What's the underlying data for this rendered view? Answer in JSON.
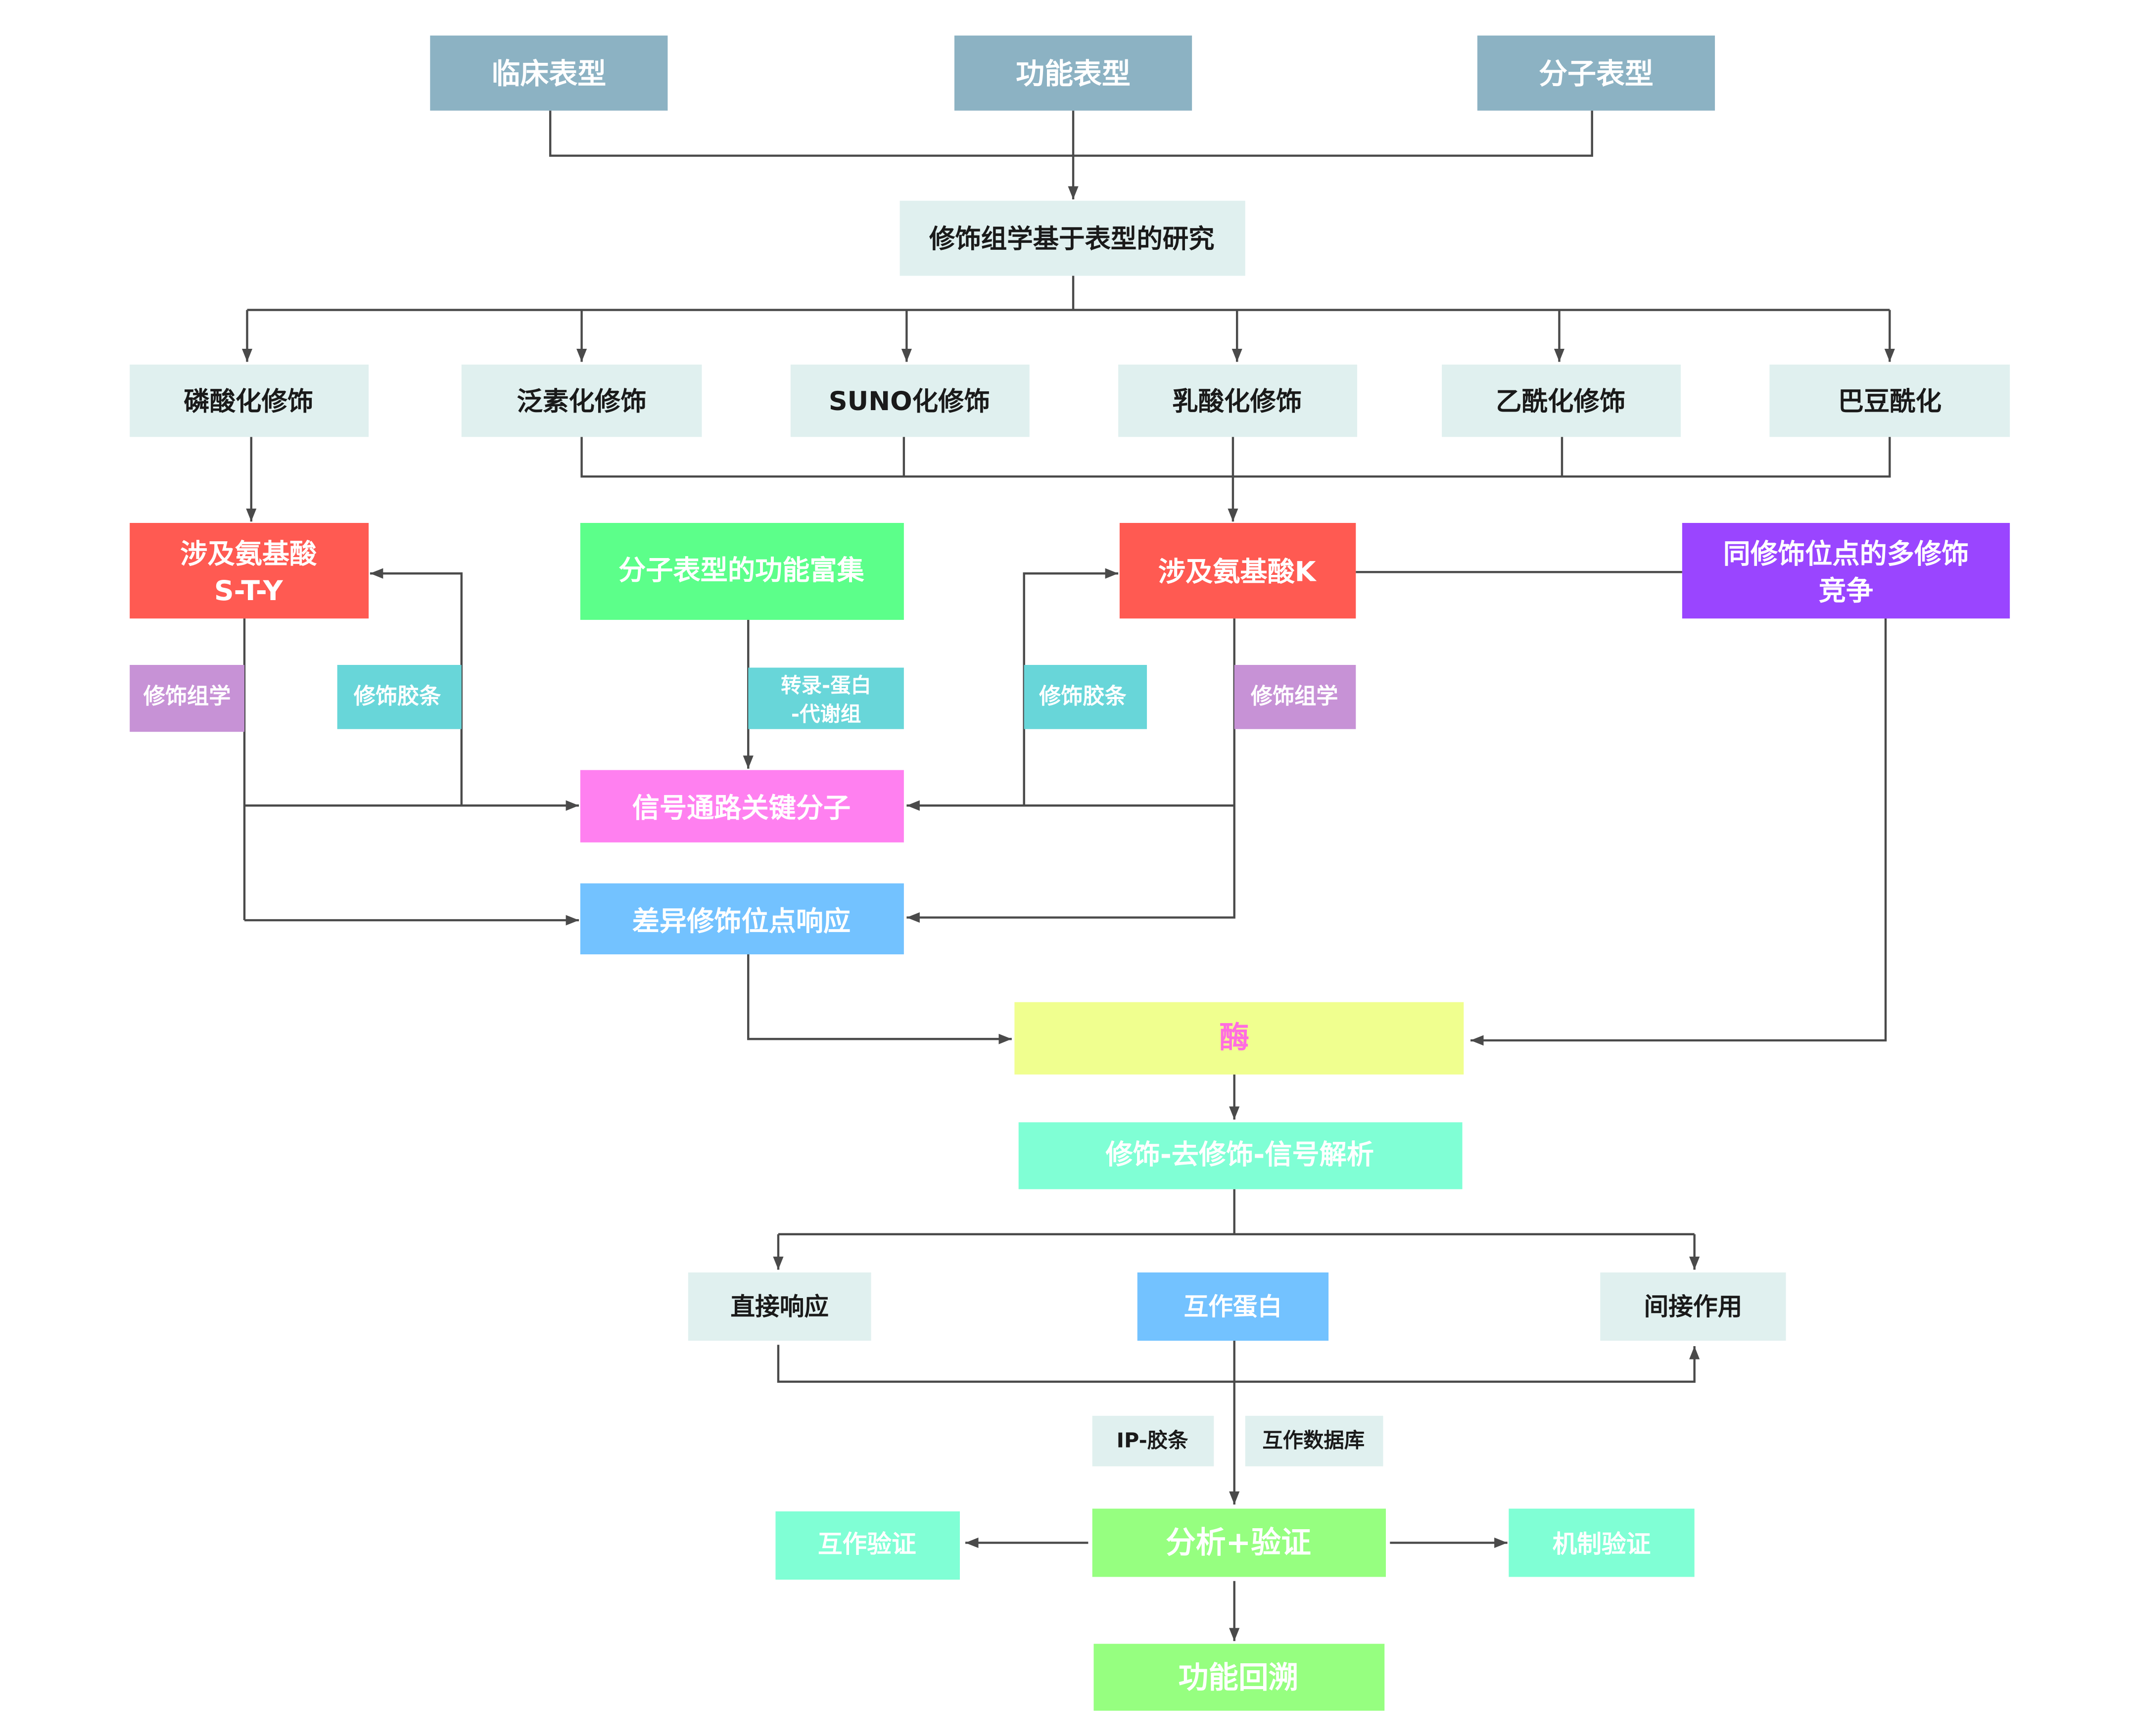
{
  "colors": {
    "phenotype": "#8cb2c3",
    "light": "#e0f0ef",
    "red": "#ff5a52",
    "green": "#5cff8a",
    "purple": "#9a45ff",
    "lilac": "#c792d6",
    "teal": "#68d6d9",
    "pink": "#ff80f0",
    "blue": "#73c2ff",
    "yellow": "#f0ff8f",
    "enzymeText": "#ff6ee0",
    "mint": "#80ffd5",
    "lime": "#96ff80"
  },
  "phenotypes": [
    "临床表型",
    "功能表型",
    "分子表型"
  ],
  "research": "修饰组学基于表型的研究",
  "modifications": [
    "磷酸化修饰",
    "泛素化修饰",
    "SUNO化修饰",
    "乳酸化修饰",
    "乙酰化修饰",
    "巴豆酰化"
  ],
  "sty": {
    "line1": "涉及氨基酸",
    "line2": "S-T-Y"
  },
  "enrichment": "分子表型的功能富集",
  "aminoK": "涉及氨基酸K",
  "competition": {
    "line1": "同修饰位点的多修饰",
    "line2": "竞争"
  },
  "labels": {
    "omicsLeft": "修饰组学",
    "stripLeft": "修饰胶条",
    "multiOmics1": "转录-蛋白",
    "multiOmics2": "-代谢组",
    "stripRight": "修饰胶条",
    "omicsRight": "修饰组学"
  },
  "signal": "信号通路关键分子",
  "siteResponse": "差异修饰位点响应",
  "enzyme": "酶",
  "analysis": "修饰-去修饰-信号解析",
  "direct": "直接响应",
  "interactor": "互作蛋白",
  "indirect": "间接作用",
  "ipStrip": "IP-胶条",
  "database": "互作数据库",
  "validate": "分析+验证",
  "interVal": "互作验证",
  "mechVal": "机制验证",
  "trace": "功能回溯"
}
